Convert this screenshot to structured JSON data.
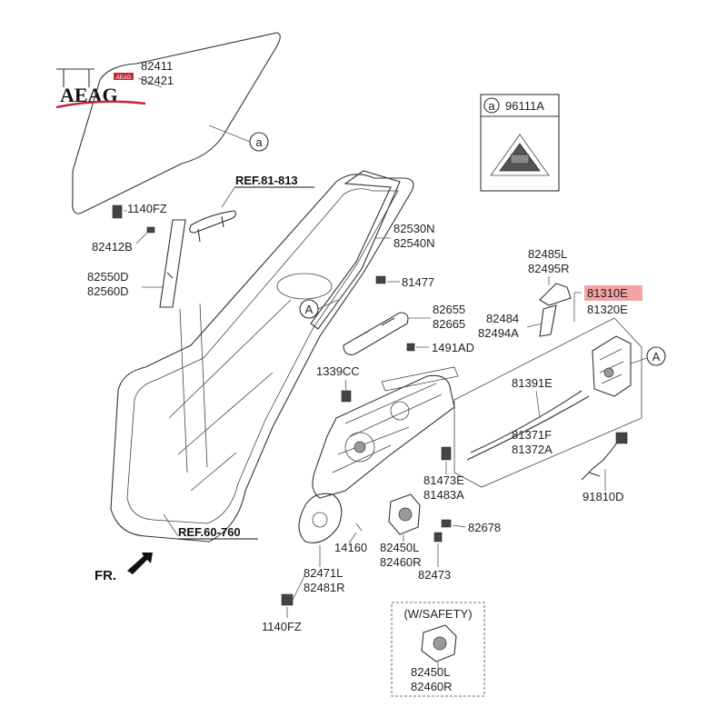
{
  "logo": {
    "text": "AEAG",
    "badge": "AEAG"
  },
  "labels": {
    "glass_upper": "82411",
    "glass_lower": "82421",
    "callout_a": "a",
    "clip_a_code": "96111A",
    "ref_top": "REF.81-813",
    "bolt_1140fz_top": "1140FZ",
    "glass_clip": "82412B",
    "channel_l": "82550D",
    "channel_r": "82560D",
    "weatherstrip_l": "82530N",
    "weatherstrip_r": "82540N",
    "screw_81477": "81477",
    "handle_l": "82655",
    "handle_r": "82665",
    "cap_1491ad": "1491AD",
    "callout_A1": "A",
    "nut_1339cc": "1339CC",
    "rod_l": "82485L",
    "rod_r": "82495R",
    "latch_l": "81310E",
    "latch_r": "81320E",
    "bracket_l": "82484",
    "bracket_r": "82494A",
    "callout_A2": "A",
    "cable_81391e": "81391E",
    "cable_l": "81371F",
    "cable_r": "81372A",
    "sensor": "91810D",
    "clip_l": "81473E",
    "clip_r": "81483A",
    "bolt_82678": "82678",
    "motor_l": "82450L",
    "motor_r": "82460R",
    "bolt_82473": "82473",
    "grommet": "14160",
    "regulator_l": "82471L",
    "regulator_r": "82481R",
    "ref_bottom": "REF.60-760",
    "fr": "FR.",
    "bolt_1140fz_bottom": "1140FZ",
    "safety_header": "(W/SAFETY)",
    "safety_motor_l": "82450L",
    "safety_motor_r": "82460R"
  },
  "colors": {
    "highlight": "#f4a3a3",
    "logo_red": "#c0283c",
    "ink": "#222222"
  }
}
